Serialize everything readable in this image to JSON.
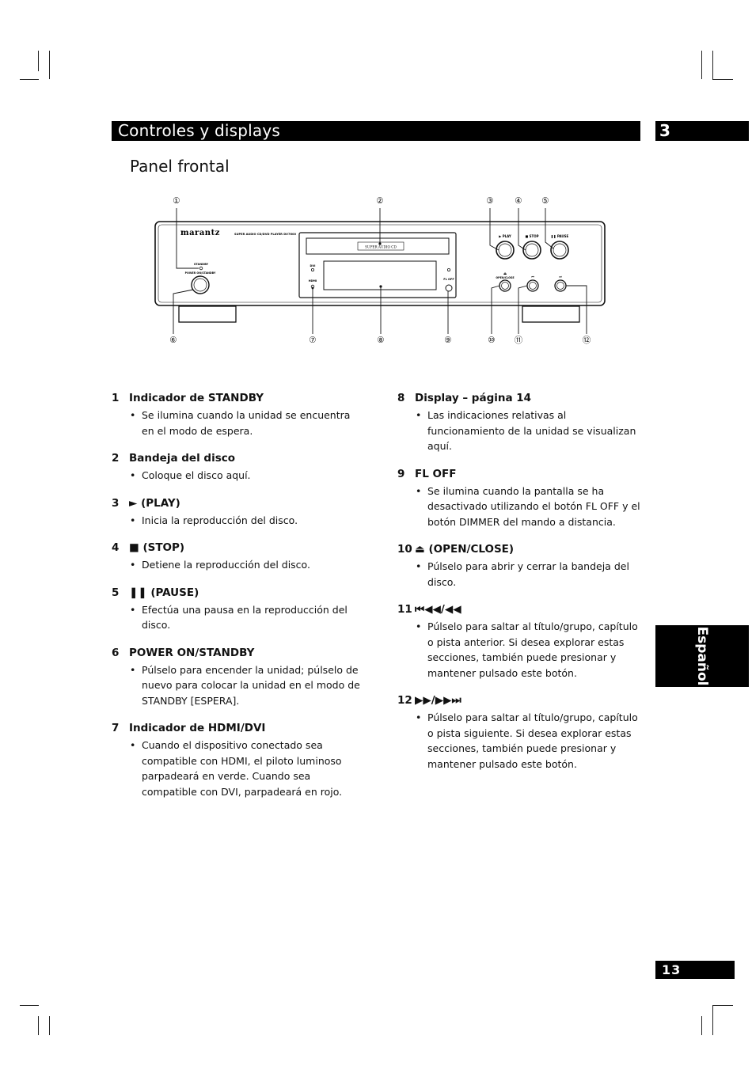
{
  "header": {
    "title": "Controles y displays",
    "chapter": "3"
  },
  "subtitle": "Panel frontal",
  "side_tab": "Español",
  "page_number": "13",
  "diagram": {
    "top_callouts": [
      "①",
      "②",
      "③",
      "④",
      "⑤"
    ],
    "bottom_callouts": [
      "⑥",
      "⑦",
      "⑧",
      "⑨",
      "⑩",
      "⑪",
      "⑫"
    ],
    "brand": "marantz",
    "model": "SUPER AUDIO CD/DVD PLAYER DV7600",
    "disc_logo": "SUPER AUDIO CD",
    "labels": {
      "standby": "STANDBY",
      "power": "POWER ON/STANDBY",
      "dvi": "DVI",
      "hdmi": "HDMI",
      "fl_off": "FL OFF",
      "play": "▶ PLAY",
      "stop": "■ STOP",
      "pause": "❚❚ PAUSE",
      "open_close": "OPEN/CLOSE"
    }
  },
  "items_left": [
    {
      "num": "1",
      "title": "Indicador de STANDBY",
      "bullets": [
        "Se ilumina cuando la unidad se encuentra en el modo de espera."
      ]
    },
    {
      "num": "2",
      "title": "Bandeja del disco",
      "bullets": [
        "Coloque el disco aquí."
      ]
    },
    {
      "num": "3",
      "title": "► (PLAY)",
      "bullets": [
        "Inicia la reproducción del disco."
      ]
    },
    {
      "num": "4",
      "title": "■ (STOP)",
      "bullets": [
        "Detiene la reproducción del disco."
      ]
    },
    {
      "num": "5",
      "title": "❚❚ (PAUSE)",
      "bullets": [
        "Efectúa una pausa en la reproducción del disco."
      ]
    },
    {
      "num": "6",
      "title": "POWER ON/STANDBY",
      "bullets": [
        "Púlselo para encender la unidad; púlselo de nuevo para colocar la unidad en el modo de STANDBY [ESPERA]."
      ]
    },
    {
      "num": "7",
      "title": "Indicador de HDMI/DVI",
      "bullets": [
        "Cuando el dispositivo conectado sea compatible con HDMI, el piloto luminoso parpadeará en verde. Cuando sea compatible con DVI, parpadeará en rojo."
      ]
    }
  ],
  "items_right": [
    {
      "num": "8",
      "title": "Display – página 14",
      "bullets": [
        "Las indicaciones relativas al funcionamiento de la unidad se visualizan aquí."
      ]
    },
    {
      "num": "9",
      "title": "FL OFF",
      "bullets": [
        "Se ilumina cuando la pantalla se ha desactivado utilizando el botón FL OFF y el botón DIMMER del mando a distancia."
      ]
    },
    {
      "num": "10",
      "title": "⏏ (OPEN/CLOSE)",
      "bullets": [
        "Púlselo para abrir y cerrar la bandeja del disco."
      ]
    },
    {
      "num": "11",
      "title": "⏮◀◀/◀◀",
      "bullets": [
        "Púlselo para saltar al título/grupo, capítulo o pista anterior. Si desea explorar estas secciones, también puede presionar y mantener pulsado este botón."
      ]
    },
    {
      "num": "12",
      "title": "▶▶/▶▶⏭",
      "bullets": [
        "Púlselo para saltar al título/grupo, capítulo o pista siguiente. Si desea explorar estas secciones, también puede presionar y mantener pulsado este botón."
      ]
    }
  ]
}
